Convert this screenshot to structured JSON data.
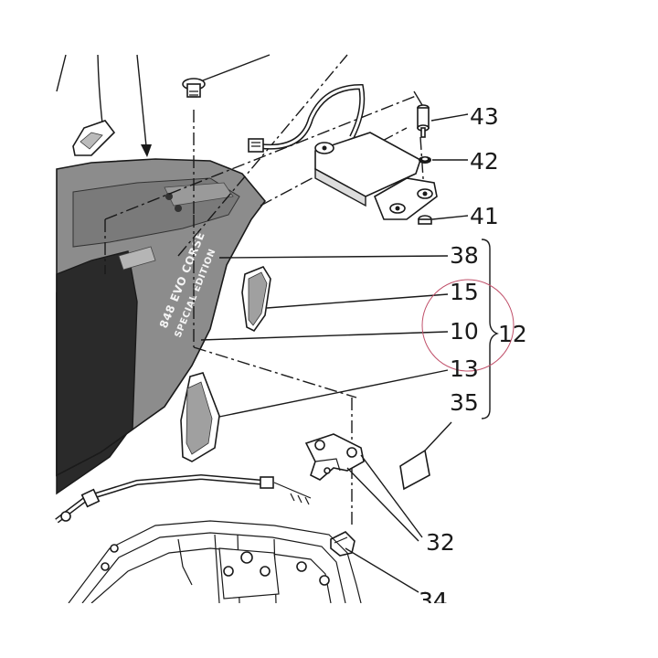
{
  "callouts": {
    "c43": "43",
    "c42": "42",
    "c41": "41",
    "c38": "38",
    "c15": "15",
    "c10": "10",
    "c13": "13",
    "c35": "35",
    "c12": "12",
    "c32": "32",
    "c34": "34"
  },
  "seat_branding": {
    "line1": "848 EVO CORSE",
    "line2": "SPECIAL EDITION"
  },
  "colors": {
    "ink": "#1a1a1a",
    "seat_fill": "#8c8c8c",
    "body_fill": "#2a2a2a",
    "highlight_circle": "#c0506a"
  }
}
